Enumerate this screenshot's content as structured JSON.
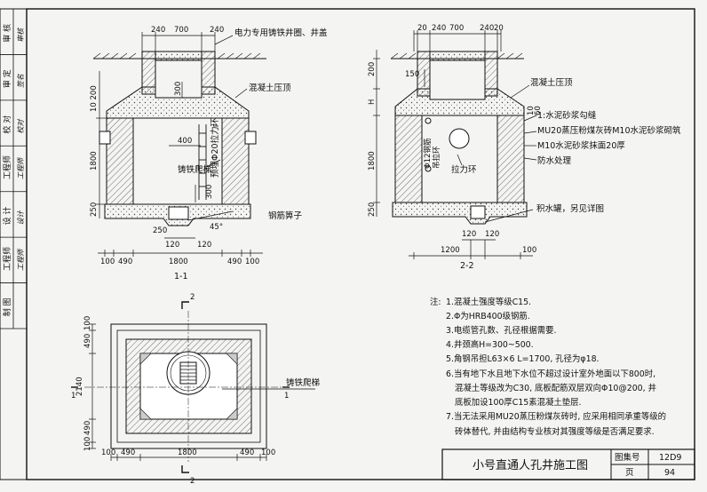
{
  "side_block": {
    "rows": [
      {
        "role": "审 核",
        "sign": "审核"
      },
      {
        "role": "审 定",
        "sign": "签名"
      },
      {
        "role": "校 对",
        "sign": "校对"
      },
      {
        "role": "工程师",
        "sign": "工程师"
      },
      {
        "role": "设 计",
        "sign": "设计"
      },
      {
        "role": "工程师",
        "sign": "工程师"
      },
      {
        "role": "制 图",
        "sign": ""
      }
    ]
  },
  "section_1": {
    "title": "1-1",
    "dims_top": [
      "240",
      "700",
      "240"
    ],
    "dims_bottom": [
      "100",
      "490",
      "1800",
      "490",
      "100"
    ],
    "dims_left": [
      "10 200",
      "1800",
      "250"
    ],
    "dims_inner": [
      "300",
      "400",
      "300",
      "250",
      "120",
      "120"
    ],
    "angle": "45°",
    "callouts": {
      "cover": "电力专用铸铁井圈、井盖",
      "roof": "混凝土压顶",
      "ring": "预埋Φ20拉力环",
      "ladder": "铸铁爬梯",
      "grate": "钢筋箅子"
    }
  },
  "section_2": {
    "title": "2-2",
    "dims_top": [
      "20",
      "240",
      "700",
      "240",
      "20"
    ],
    "dims_left": [
      "200",
      "H",
      "150",
      "1800",
      "250"
    ],
    "dims_bottom": [
      "120",
      "120",
      "1200",
      "100"
    ],
    "dims_right": [
      "10",
      "60"
    ],
    "callouts": {
      "roof": "混凝土压顶",
      "l1": "1:水泥砂浆勾缝",
      "l2": "MU20蒸压粉煤灰砖M10水泥砂浆砌筑",
      "l3": "M10水泥砂浆抹面20厚",
      "l4": "防水处理",
      "ring": "拉力环",
      "bolt": "Φ12钢筋",
      "bolt2": "吊拉环",
      "sump": "积水罐，另见详图"
    }
  },
  "plan": {
    "section_marks": [
      "1",
      "1",
      "2",
      "2"
    ],
    "dims_left": [
      "490",
      "100",
      "2140",
      "490",
      "100"
    ],
    "dims_bottom": [
      "100",
      "490",
      "1800",
      "490",
      "100"
    ],
    "ladder_label": "铸铁爬梯"
  },
  "notes": {
    "header": "注:",
    "items": [
      "1.混凝土强度等级C15.",
      "2.Φ为HRB400级钢筋.",
      "3.电缆管孔数、孔径根据需要.",
      "4.井颈高H=300~500.",
      "5.角钢吊担L63×6 L=1700, 孔径为φ18.",
      "6.当有地下水且地下水位不超过设计室外地面以下800时,",
      "混凝土等级改为C30, 底板配筋双层双向Φ10@200, 井",
      "底板加设100厚C15素混凝土垫层.",
      "7.当无法采用MU20蒸压粉煤灰砖时, 应采用相同承重等级的",
      "砖体替代, 并由结构专业核对其强度等级是否满足要求."
    ]
  },
  "title_block": {
    "title": "小号直通人孔井施工图",
    "atlas_label": "图集号",
    "atlas_value": "12D9",
    "page_label": "页",
    "page_value": "94"
  }
}
